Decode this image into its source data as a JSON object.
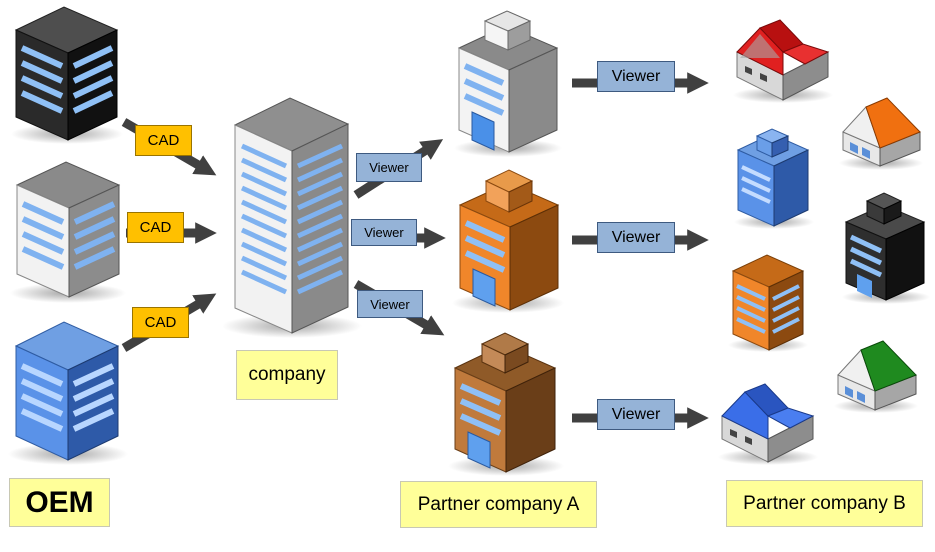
{
  "groups": {
    "oem": "OEM",
    "company": "company",
    "partner_a": "Partner company A",
    "partner_b": "Partner company B"
  },
  "edges": {
    "cad_1": "CAD",
    "cad_2": "CAD",
    "cad_3": "CAD",
    "viewer_1": "Viewer",
    "viewer_2": "Viewer",
    "viewer_3": "Viewer",
    "viewer_4": "Viewer",
    "viewer_5": "Viewer",
    "viewer_6": "Viewer"
  },
  "colors": {
    "cad_label": "#ffc000",
    "viewer_label": "#95b3d7",
    "caption_label": "#ffff99",
    "arrow": "#404040",
    "window_blue": "#7fb2f0"
  },
  "icons": {
    "oem_buildings": [
      "black-office-building-icon",
      "gray-office-building-icon",
      "blue-office-building-icon"
    ],
    "company_building": "silver-skyscraper-icon",
    "partner_a_buildings": [
      "gray-office-building-icon",
      "orange-office-building-icon",
      "brown-office-building-icon"
    ],
    "partner_b_buildings": [
      "red-roof-factory-icon",
      "orange-roof-house-icon",
      "blue-office-building-icon",
      "black-office-building-icon",
      "orange-office-building-icon",
      "green-roof-house-icon",
      "blue-roof-factory-icon"
    ]
  }
}
